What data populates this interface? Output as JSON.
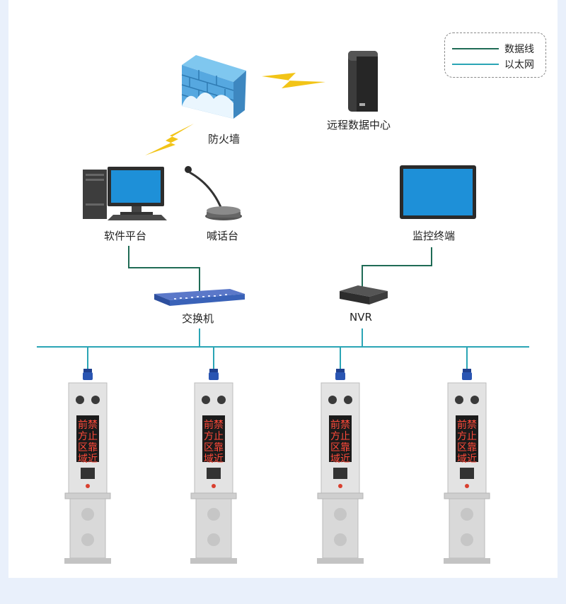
{
  "legend": {
    "items": [
      {
        "label": "数据线",
        "color": "#1f6b55"
      },
      {
        "label": "以太网",
        "color": "#2aa5b5"
      }
    ]
  },
  "nodes": {
    "firewall": "防火墙",
    "remote_center": "远程数据中心",
    "software_platform": "软件平台",
    "talkback_station": "喊话台",
    "monitor_terminal": "监控终端",
    "switch": "交换机",
    "nvr": "NVR"
  },
  "terminal_sign_lines": [
    "前禁",
    "方止",
    "区靠",
    "域近"
  ],
  "colors": {
    "background": "#e9f0fb",
    "canvas": "#ffffff",
    "data_line": "#1f6b55",
    "ethernet": "#2aa5b5",
    "wireless": "#f2c417",
    "sign_text": "#ff4a3a"
  }
}
